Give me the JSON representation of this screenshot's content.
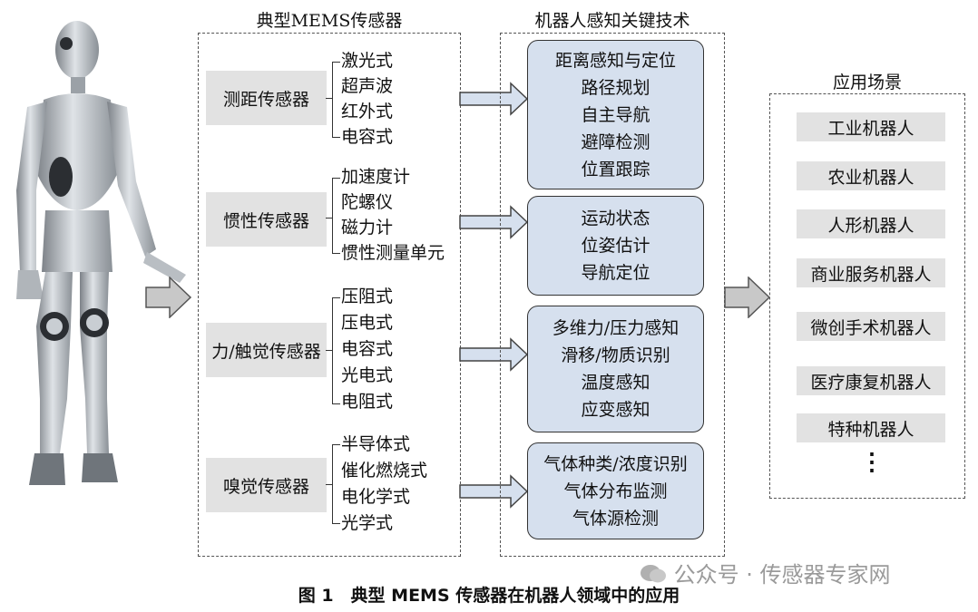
{
  "sensors_column": {
    "title": "典型MEMS传感器",
    "groups": [
      {
        "name": "测距传感器",
        "items": [
          "激光式",
          "超声波",
          "红外式",
          "电容式"
        ]
      },
      {
        "name": "惯性传感器",
        "items": [
          "加速度计",
          "陀螺仪",
          "磁力计",
          "惯性测量单元"
        ]
      },
      {
        "name": "力/触觉传感器",
        "items": [
          "压阻式",
          "压电式",
          "电容式",
          "光电式",
          "电阻式"
        ]
      },
      {
        "name": "嗅觉传感器",
        "items": [
          "半导体式",
          "催化燃烧式",
          "电化学式",
          "光学式"
        ]
      }
    ]
  },
  "tech_column": {
    "title": "机器人感知关键技术",
    "groups": [
      {
        "items": [
          "距离感知与定位",
          "路径规划",
          "自主导航",
          "避障检测",
          "位置跟踪"
        ]
      },
      {
        "items": [
          "运动状态",
          "位姿估计",
          "导航定位"
        ]
      },
      {
        "items": [
          "多维力/压力感知",
          "滑移/物质识别",
          "温度感知",
          "应变感知"
        ]
      },
      {
        "items": [
          "气体种类/浓度识别",
          "气体分布监测",
          "气体源检测"
        ]
      }
    ]
  },
  "apps_column": {
    "title": "应用场景",
    "items": [
      "工业机器人",
      "农业机器人",
      "人形机器人",
      "商业服务机器人",
      "微创手术机器人",
      "医疗康复机器人",
      "特种机器人"
    ],
    "more": "⋮"
  },
  "caption": "图 1　典型 MEMS 传感器在机器人领域中的应用",
  "watermark": "公众号 · 传感器专家网",
  "colors": {
    "tech_box": "#d6e0ee",
    "label_box": "#e2e2e2",
    "arrow": "#c8c8c8"
  }
}
